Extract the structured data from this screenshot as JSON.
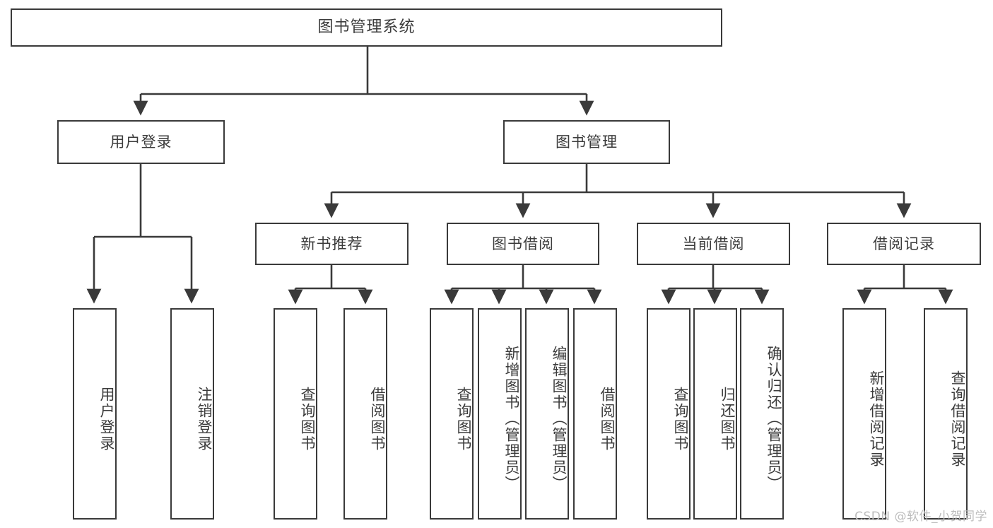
{
  "diagram": {
    "title": "图书管理系统",
    "type": "tree-hierarchy",
    "stroke_color": "#3a3a3a",
    "text_color": "#3b3b3b",
    "background_color": "#ffffff",
    "root": {
      "label": "图书管理系统"
    },
    "level2": [
      {
        "label": "用户登录"
      },
      {
        "label": "图书管理"
      }
    ],
    "level3": [
      {
        "label": "新书推荐"
      },
      {
        "label": "图书借阅"
      },
      {
        "label": "当前借阅"
      },
      {
        "label": "借阅记录"
      }
    ],
    "leaves": {
      "user_login": [
        {
          "label": "用户登录"
        },
        {
          "label": "注销登录"
        }
      ],
      "new_book_recommend": [
        {
          "label": "查询图书"
        },
        {
          "label": "借阅图书"
        }
      ],
      "book_borrow": [
        {
          "label": "查询图书"
        },
        {
          "label": "新增图书（管理员）"
        },
        {
          "label": "编辑图书（管理员）"
        },
        {
          "label": "借阅图书"
        }
      ],
      "current_borrow": [
        {
          "label": "查询图书"
        },
        {
          "label": "归还图书"
        },
        {
          "label": "确认归还（管理员）"
        }
      ],
      "borrow_record": [
        {
          "label": "新增借阅记录"
        },
        {
          "label": "查询借阅记录"
        }
      ]
    }
  },
  "watermark": {
    "text": "CSDN @软件_小贺同学"
  }
}
